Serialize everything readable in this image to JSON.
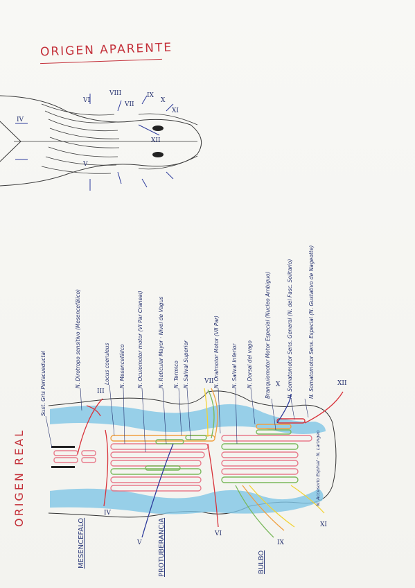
{
  "title_top": "ORIGEN APARENTE",
  "title_bottom": "ORIGEN REAL",
  "sections": {
    "mesencefalo": "MESENCEFALO",
    "protuberancia": "PROTUBERANCIA",
    "bulbo": "BULBO"
  },
  "nuclei": [
    "Sust. Gris Periacueductal",
    "N. Dirotropo sensitivo (Mesencefálico)",
    "Locus coeruleus",
    "N. Mesencefálico",
    "N. Oculomotor motor (VI Par Craneal)",
    "N. Reticular Mayor · Nivel de Vagus",
    "N. Termico",
    "N. Salival Superior",
    "N. Oralmotor Motor (VII Par)",
    "N. Salival Inferior",
    "N. Dorsal del vago",
    "Branquiomotor Motor Especial (Nucleo Ambiguo)",
    "N. Somatomotor Sens. General (N. del Fasc. Solitario)",
    "N. Somatomotor Sens. Especial (N. Gustativo de Nageotte)"
  ],
  "nerves_top": [
    "IV",
    "VI",
    "VII",
    "VIII",
    "IX",
    "X",
    "XI",
    "XII",
    "V"
  ],
  "nerves_bottom": [
    "IV",
    "V",
    "VI",
    "VII",
    "IX",
    "X",
    "XI",
    "XII",
    "III"
  ],
  "annotation": "N. Accesorio Espinal · N. Laringeo",
  "colors": {
    "title": "#c4313a",
    "ink": "#24306e",
    "blue_band": "#7fc6e6",
    "pink": "#e87a8a",
    "green": "#79b85b",
    "orange": "#f0a040",
    "yellow": "#f2d335",
    "red": "#d8323a"
  }
}
